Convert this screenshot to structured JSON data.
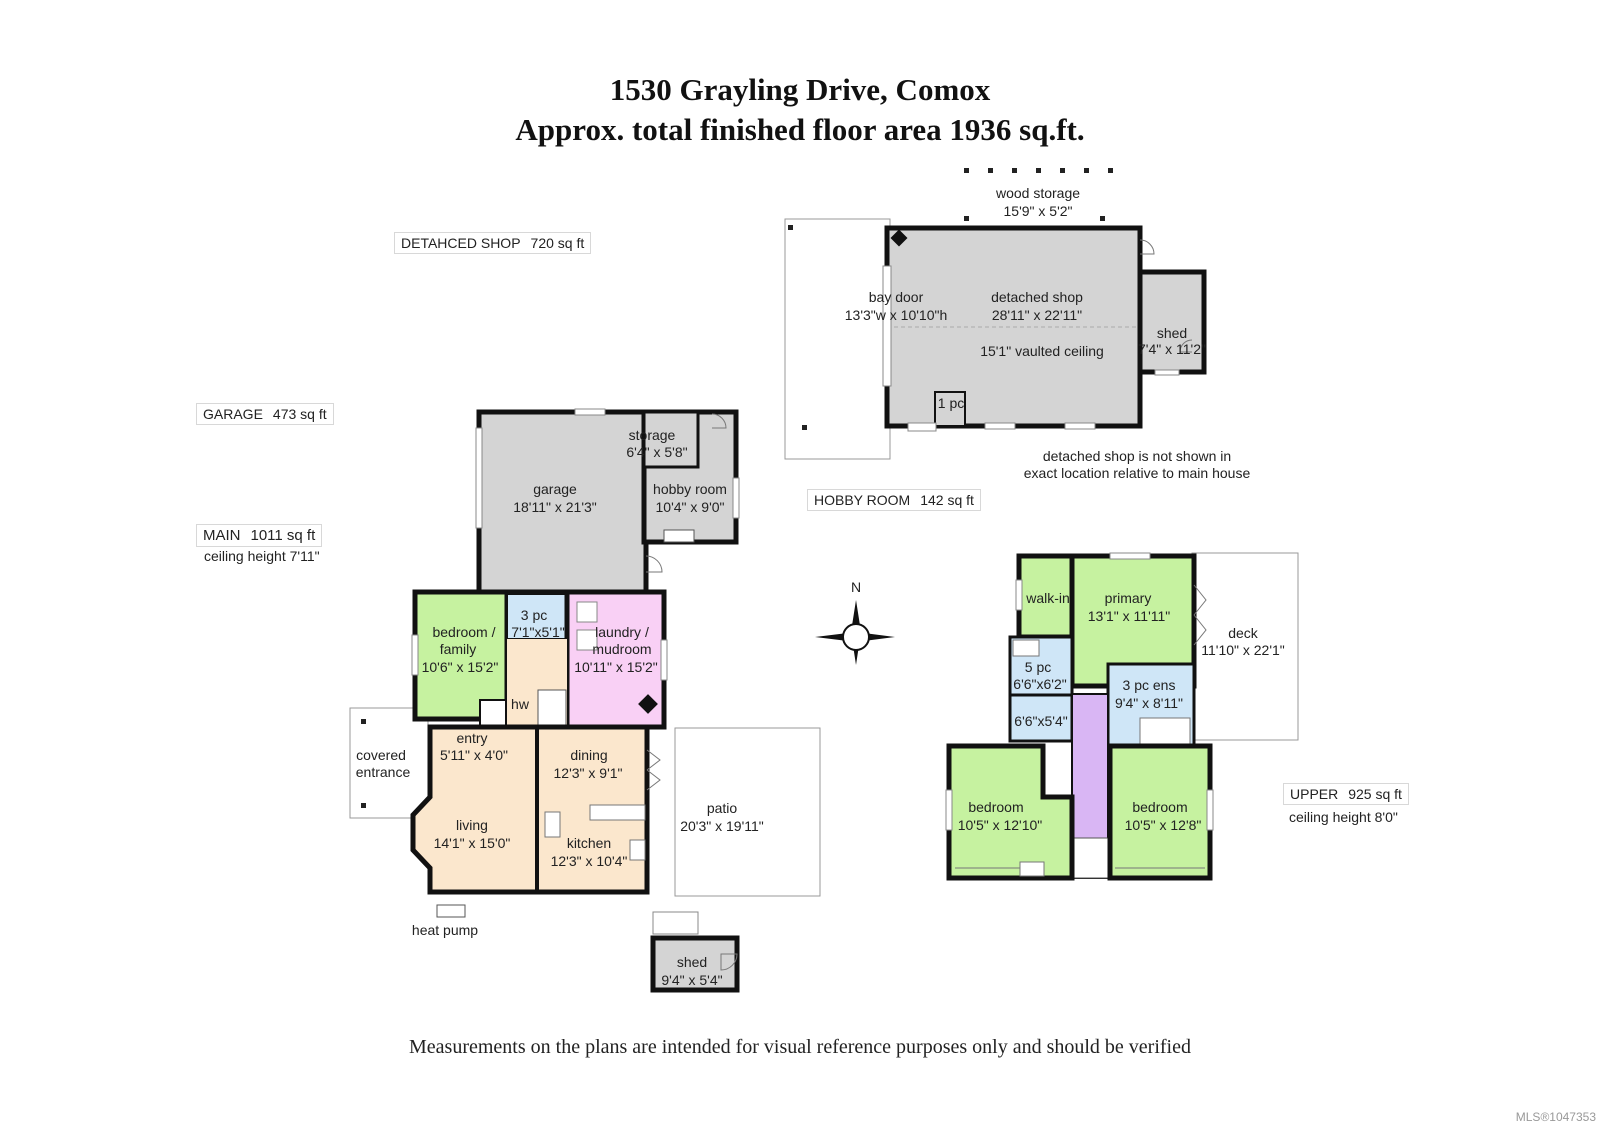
{
  "header": {
    "address": "1530 Grayling Drive, Comox",
    "total_area": "Approx. total finished floor area 1936 sq.ft."
  },
  "summaries": {
    "shop": {
      "label": "DETAHCED SHOP",
      "area": "720 sq ft"
    },
    "garage": {
      "label": "GARAGE",
      "area": "473 sq ft"
    },
    "main": {
      "label": "MAIN",
      "area": "1011 sq ft",
      "ceiling": "ceiling height 7'11\""
    },
    "hobby": {
      "label": "HOBBY ROOM",
      "area": "142 sq ft"
    },
    "upper": {
      "label": "UPPER",
      "area": "925 sq ft",
      "ceiling": "ceiling height 8'0\""
    }
  },
  "rooms": {
    "wood_storage": {
      "name": "wood storage",
      "dim": "15'9\" x 5'2\""
    },
    "bay_door": {
      "name": "bay door",
      "dim": "13'3\"w x 10'10\"h"
    },
    "detached_shop": {
      "name": "detached shop",
      "dim": "28'11\" x 22'11\"",
      "note": "15'1\" vaulted ceiling"
    },
    "shed_shop": {
      "name": "shed",
      "dim": "7'4\" x 11'2\""
    },
    "one_pc": {
      "name": "1 pc"
    },
    "shop_note": {
      "line1": "detached shop is not shown in",
      "line2": "exact location relative to main house"
    },
    "storage": {
      "name": "storage",
      "dim": "6'4\" x 5'8\""
    },
    "garage": {
      "name": "garage",
      "dim": "18'11\" x 21'3\""
    },
    "hobby_room": {
      "name": "hobby room",
      "dim": "10'4\" x 9'0\""
    },
    "bedroom_family": {
      "line1": "bedroom /",
      "line2": "family",
      "dim": "10'6\" x 15'2\""
    },
    "three_pc": {
      "name": "3 pc",
      "dim": "7'1\"x5'1\""
    },
    "laundry": {
      "line1": "laundry /",
      "line2": "mudroom",
      "dim": "10'11\" x 15'2\""
    },
    "hw": {
      "name": "hw"
    },
    "entry": {
      "name": "entry",
      "dim": "5'11\" x 4'0\""
    },
    "covered": {
      "line1": "covered",
      "line2": "entrance"
    },
    "dining": {
      "name": "dining",
      "dim": "12'3\" x 9'1\""
    },
    "living": {
      "name": "living",
      "dim": "14'1\" x 15'0\""
    },
    "kitchen": {
      "name": "kitchen",
      "dim": "12'3\" x 10'4\""
    },
    "patio": {
      "name": "patio",
      "dim": "20'3\" x 19'11\""
    },
    "heat_pump": {
      "name": "heat pump"
    },
    "shed_main": {
      "name": "shed",
      "dim": "9'4\" x 5'4\""
    },
    "walkin": {
      "name": "walk-in"
    },
    "primary": {
      "name": "primary",
      "dim": "13'1\" x 11'11\""
    },
    "deck": {
      "name": "deck",
      "dim": "11'10\" x 22'1\""
    },
    "five_pc": {
      "name": "5 pc",
      "dim": "6'6\"x6'2\""
    },
    "wc": {
      "dim": "6'6\"x5'4\""
    },
    "three_pc_ens": {
      "name": "3 pc ens",
      "dim": "9'4\" x 8'11\""
    },
    "bedroom_left": {
      "name": "bedroom",
      "dim": "10'5\" x 12'10\""
    },
    "bedroom_right": {
      "name": "bedroom",
      "dim": "10'5\" x 12'8\""
    }
  },
  "compass": {
    "label": "N"
  },
  "footer": {
    "disclaimer": "Measurements on the plans are intended for visual reference purposes only and should be verified",
    "mls": "MLS®1047353"
  },
  "colors": {
    "grey": "#d4d4d4",
    "green": "#c6f2a0",
    "pink": "#f9d0f5",
    "blue": "#cfe6f7",
    "beige": "#fbe7cd",
    "purple": "#d9b6f4"
  }
}
